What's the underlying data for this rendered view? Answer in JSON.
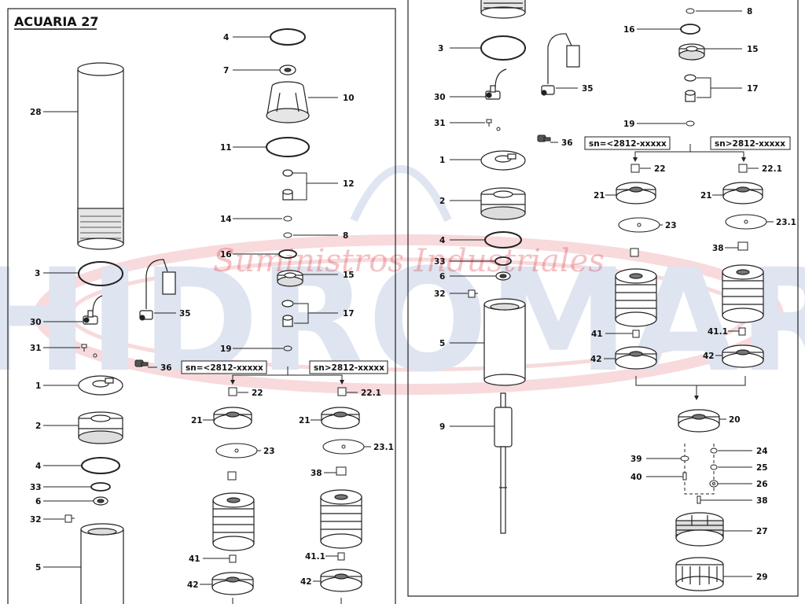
{
  "document": {
    "title": "ACUARIA 27"
  },
  "watermark": {
    "brand": "HIDROMAR",
    "tagline": "Suministros Industriales",
    "color": "#3a5da8",
    "swoosh_color": "#d9232d"
  },
  "serial_ranges": {
    "old": "sn=<2812-xxxxx",
    "new": "sn>2812-xxxxx"
  },
  "labels": {
    "p28": "28",
    "p3": "3",
    "p30": "30",
    "p31": "31",
    "p1": "1",
    "p2": "2",
    "p4": "4",
    "p33": "33",
    "p6": "6",
    "p32": "32",
    "p5": "5",
    "p35": "35",
    "p36": "36",
    "p4b": "4",
    "p7": "7",
    "p10": "10",
    "p11": "11",
    "p12": "12",
    "p14": "14",
    "p8": "8",
    "p16": "16",
    "p15": "15",
    "p17": "17",
    "p19": "19",
    "p22": "22",
    "p22_1": "22.1",
    "p21a": "21",
    "p21b": "21",
    "p23": "23",
    "p23_1": "23.1",
    "p38": "38",
    "p41": "41",
    "p41_1": "41.1",
    "p42a": "42",
    "p42b": "42",
    "r3": "3",
    "r30": "30",
    "r31": "31",
    "r1": "1",
    "r2": "2",
    "r4": "4",
    "r33": "33",
    "r6": "6",
    "r32": "32",
    "r5": "5",
    "r9": "9",
    "r35": "35",
    "r36": "36",
    "r8": "8",
    "r16": "16",
    "r15": "15",
    "r17": "17",
    "r19": "19",
    "r22": "22",
    "r22_1": "22.1",
    "r21a": "21",
    "r21b": "21",
    "r23": "23",
    "r23_1": "23.1",
    "r38": "38",
    "r41": "41",
    "r41_1": "41.1",
    "r42a": "42",
    "r42b": "42",
    "r20": "20",
    "r39": "39",
    "r40": "40",
    "r24": "24",
    "r25": "25",
    "r26": "26",
    "r38b": "38",
    "r27": "27",
    "r29": "29"
  }
}
